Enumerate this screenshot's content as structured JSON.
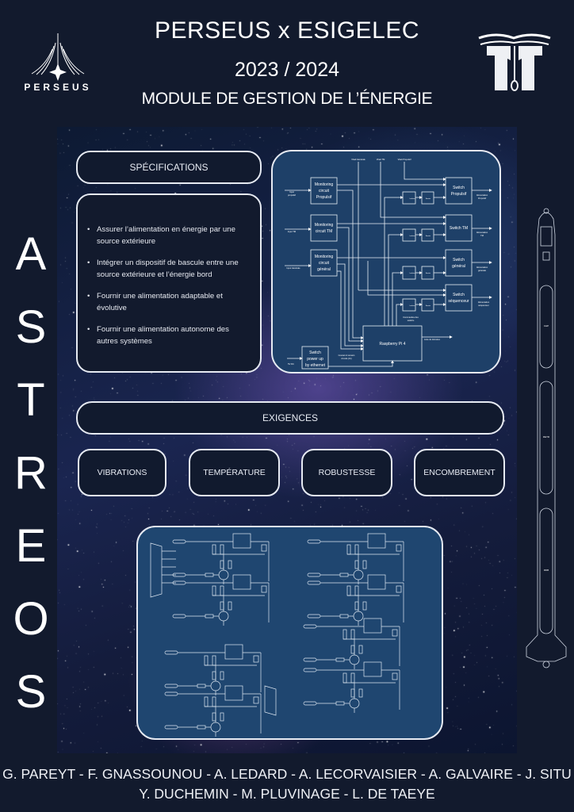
{
  "header": {
    "title": "PERSEUS x ESIGELEC",
    "year": "2023 / 2024",
    "subtitle": "MODULE DE GESTION DE L’ÉNERGIE",
    "left_logo_text": "PERSEUS"
  },
  "side_title": [
    "A",
    "S",
    "T",
    "R",
    "E",
    "O",
    "S"
  ],
  "specifications": {
    "heading": "SPÉCIFICATIONS",
    "items": [
      "Assurer l’alimentation en énergie par une source extérieure",
      "Intégrer un dispositif de bascule entre une source extérieure et l’énergie bord",
      " Fournir une alimentation adaptable et évolutive",
      "Fournir une alimentation autonome des autres systèmes"
    ]
  },
  "block_diagram": {
    "vbatt": [
      "Vbatt Générale",
      "Vbatt TM",
      "Vbatt Propulsif"
    ],
    "monitoring": [
      [
        "Monitoring",
        "circuit",
        "Propulsif"
      ],
      [
        "Monitoring",
        "circuit TM"
      ],
      [
        "Monitoring",
        "circuit",
        "général"
      ]
    ],
    "inputs": [
      [
        "Input",
        "propulsif"
      ],
      [
        "Input TM"
      ],
      [
        "Input Générale"
      ]
    ],
    "switches": [
      [
        "Switch",
        "Propulsif"
      ],
      [
        "Switch TM"
      ],
      [
        "Switch",
        "général"
      ],
      [
        "Switch",
        "séquenceur"
      ]
    ],
    "outputs": [
      [
        "Alimentation",
        "Propulsif"
      ],
      [
        "Alimentation",
        "TM"
      ],
      [
        "Alimentation",
        "générale"
      ],
      [
        "Alimentation",
        "séquenceur"
      ]
    ],
    "isolation": "Isolation",
    "booster": "Booster",
    "raspberry": "Raspberry Pi 4",
    "commandes": [
      "Commandes des",
      "switchs"
    ],
    "data_out": "Liste de données",
    "courant": [
      "Courant & tension",
      "circuits (3x)"
    ],
    "power_switch": [
      "Switch",
      "power up",
      "by ethernet"
    ],
    "dc_in": "5V DC"
  },
  "requirements": {
    "heading": "EXIGENCES",
    "items": [
      "VIBRATIONS",
      "TEMPÉRATURE",
      "ROBUSTESSE",
      "ENCOMBREMENT"
    ]
  },
  "rocket_labels": [
    "CHP",
    "RETR",
    "RDB"
  ],
  "authors": [
    "G. PAREYT - F. GNASSOUNOU - A. LEDARD - A. LECORVAISIER - A. GALVAIRE - J. SITU",
    "Y. DUCHEMIN - M. PLUVINAGE - L. DE TAEYE"
  ],
  "colors": {
    "background": "#121a2d",
    "panel": "#1e4068",
    "border": "#e6eaf2"
  }
}
